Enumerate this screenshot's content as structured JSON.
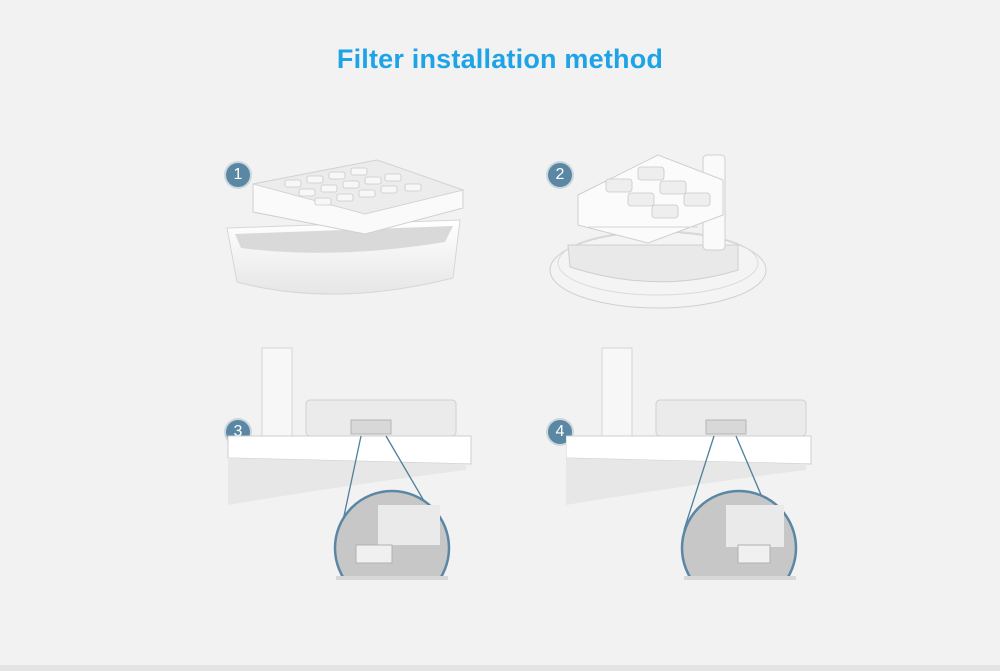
{
  "title": "Filter installation method",
  "colors": {
    "title": "#1ea3e6",
    "badge": "#5a87a4",
    "background": "#f2f2f2"
  },
  "steps": [
    {
      "number": "1"
    },
    {
      "number": "2"
    },
    {
      "number": "3"
    },
    {
      "number": "4"
    }
  ]
}
